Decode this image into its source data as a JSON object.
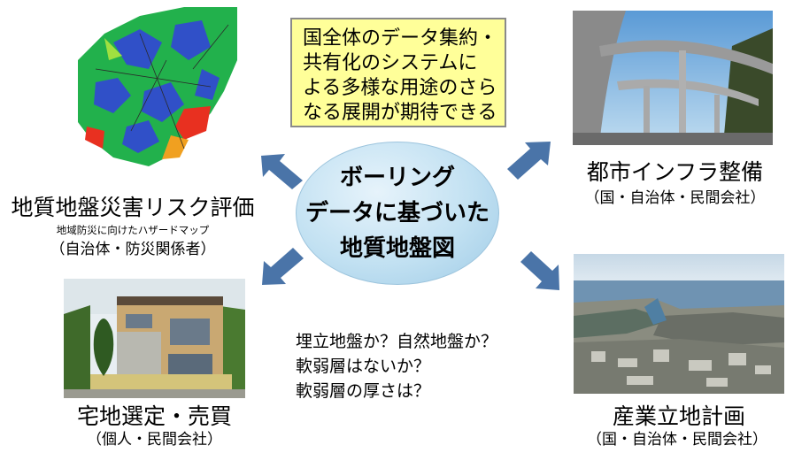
{
  "note": {
    "lines": [
      "国全体のデータ集約・",
      "共有化のシステムに",
      "よる多様な用途のさら",
      "なる展開が期待できる"
    ]
  },
  "center": {
    "lines": [
      "ボーリング",
      "データに基づいた",
      "地質地盤図"
    ]
  },
  "hazard": {
    "title": "地質地盤災害リスク評価",
    "subtitle": "地域防災に向けたハザードマップ",
    "users": "（自治体・防災関係者）"
  },
  "infra": {
    "title": "都市インフラ整備",
    "users": "（国・自治体・民間会社）"
  },
  "residential": {
    "title": "宅地選定・売買",
    "users": "（個人・民間会社）"
  },
  "industry": {
    "title": "産業立地計画",
    "users": "（国・自治体・民間会社）"
  },
  "questions": {
    "lines": [
      "埋立地盤か？自然地盤か？",
      "軟弱層はないか？",
      "軟弱層の厚さは？"
    ]
  },
  "colors": {
    "arrow": "#4a74a8",
    "note_bg": "#ffff99",
    "ellipse": "#c2e1f2"
  }
}
